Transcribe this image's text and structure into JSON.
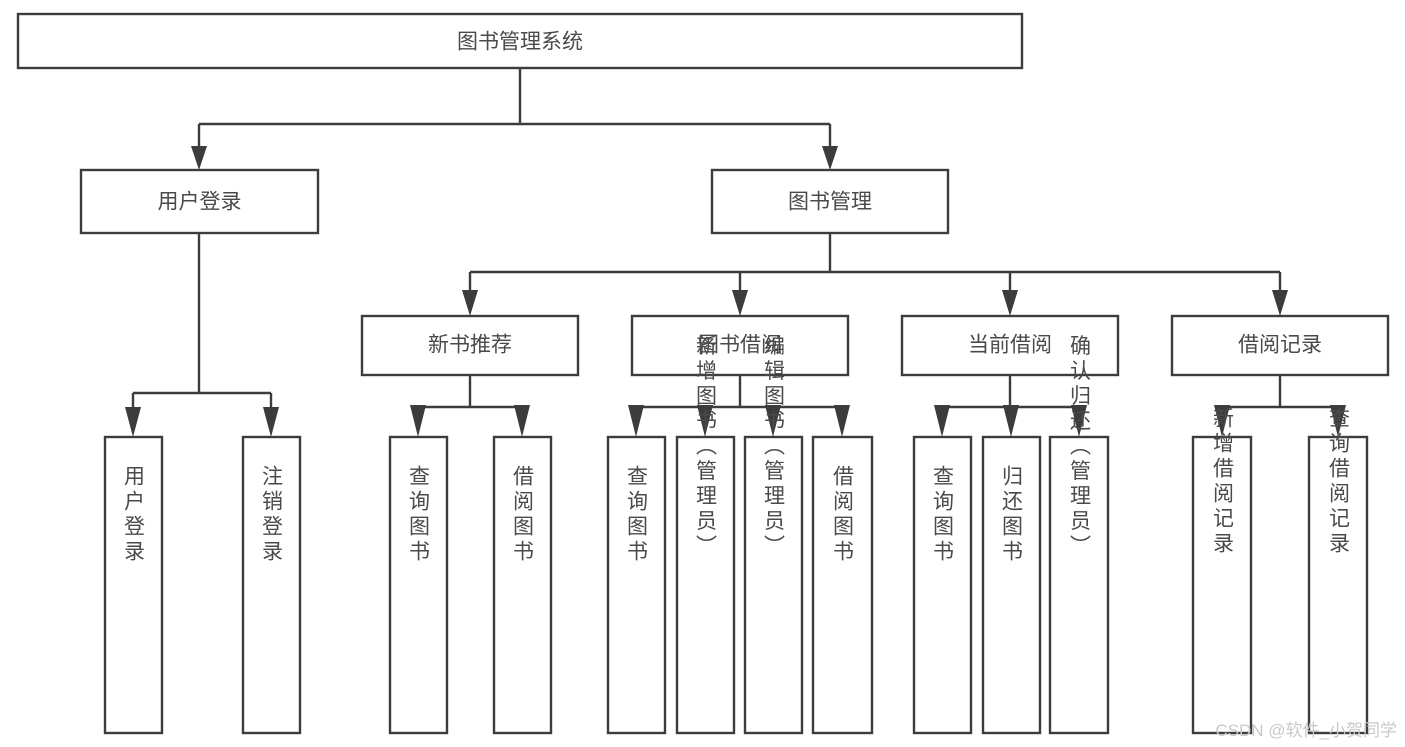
{
  "diagram": {
    "title": "图书管理系统",
    "type": "tree-hierarchy-diagram",
    "colors": {
      "box_stroke": "#3c3c3c",
      "box_fill": "#ffffff",
      "text": "#4a4a4a",
      "background": "#ffffff",
      "watermark": "#c9c9c9"
    },
    "root": {
      "label": "图书管理系统"
    },
    "level2": [
      {
        "label": "用户登录"
      },
      {
        "label": "图书管理"
      }
    ],
    "level3": [
      {
        "label": "新书推荐"
      },
      {
        "label": "图书借阅"
      },
      {
        "label": "当前借阅"
      },
      {
        "label": "借阅记录"
      }
    ],
    "leaves": {
      "user_login": [
        {
          "label": "用户登录"
        },
        {
          "label": "注销登录"
        }
      ],
      "new_book_recommend": [
        {
          "label": "查询图书"
        },
        {
          "label": "借阅图书"
        }
      ],
      "book_borrow": [
        {
          "label": "查询图书"
        },
        {
          "label": "新增图书（管理员）"
        },
        {
          "label": "编辑图书（管理员）"
        },
        {
          "label": "借阅图书"
        }
      ],
      "current_borrow": [
        {
          "label": "查询图书"
        },
        {
          "label": "归还图书"
        },
        {
          "label": "确认归还（管理员）"
        }
      ],
      "borrow_records": [
        {
          "label": "新增借阅记录"
        },
        {
          "label": "查询借阅记录"
        }
      ]
    }
  },
  "watermark": {
    "text": "CSDN @软件_小贺同学"
  }
}
